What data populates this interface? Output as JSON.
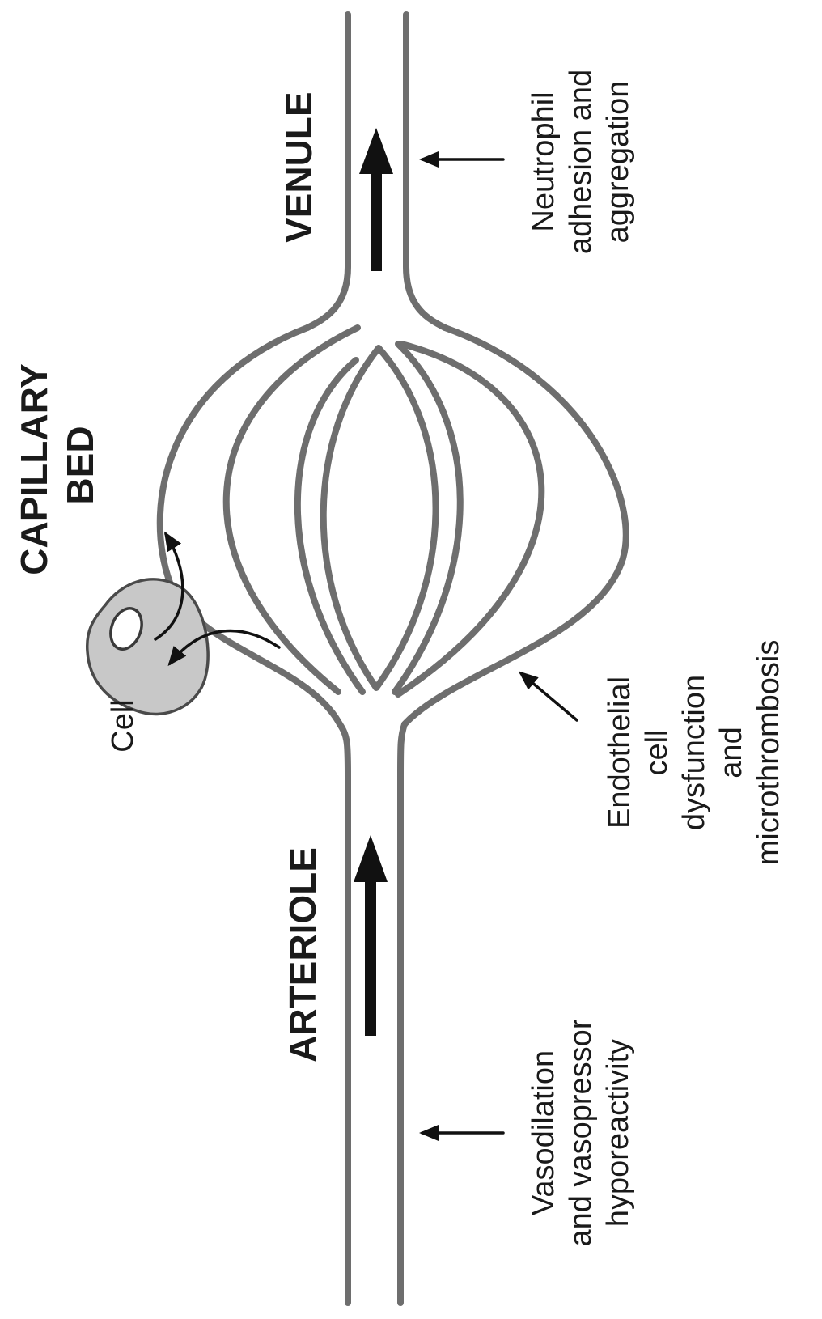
{
  "labels": {
    "venule": "VENULE",
    "capillary_bed": [
      "CAPILLARY",
      "BED"
    ],
    "arteriole": "ARTERIOLE",
    "cell": "Cell"
  },
  "annotations": {
    "venule_note": [
      "Neutrophil",
      "adhesion and",
      "aggregation"
    ],
    "capillary_note": [
      "Endothelial",
      "cell",
      "dysfunction",
      "and",
      "microthrombosis"
    ],
    "arteriole_note": [
      "Vasodilation",
      "and vasopressor",
      "hyporeactivity"
    ]
  }
}
